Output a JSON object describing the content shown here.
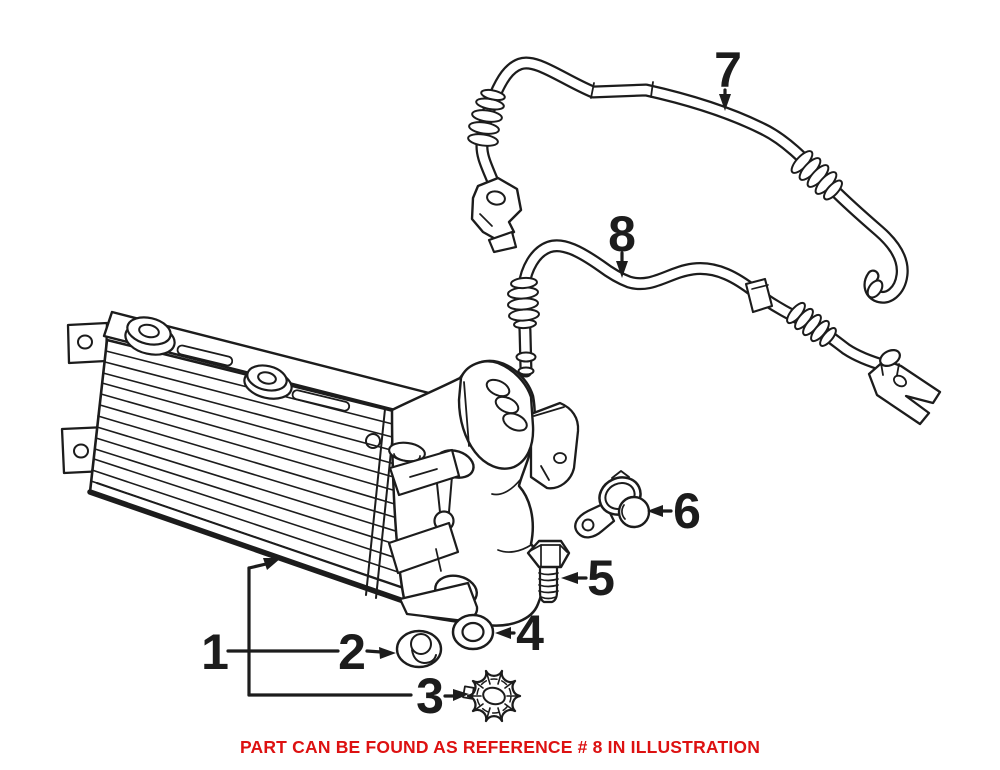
{
  "illustration": {
    "background": "#ffffff",
    "line_color": "#1c1c1c",
    "ref_labels": [
      {
        "text": "1"
      },
      {
        "text": "2"
      },
      {
        "text": "3"
      },
      {
        "text": "4"
      },
      {
        "text": "5"
      },
      {
        "text": "6"
      },
      {
        "text": "7"
      },
      {
        "text": "8"
      }
    ]
  },
  "caption": {
    "text": "PART CAN BE FOUND AS REFERENCE # 8 IN ILLUSTRATION",
    "color": "#dd1111"
  }
}
